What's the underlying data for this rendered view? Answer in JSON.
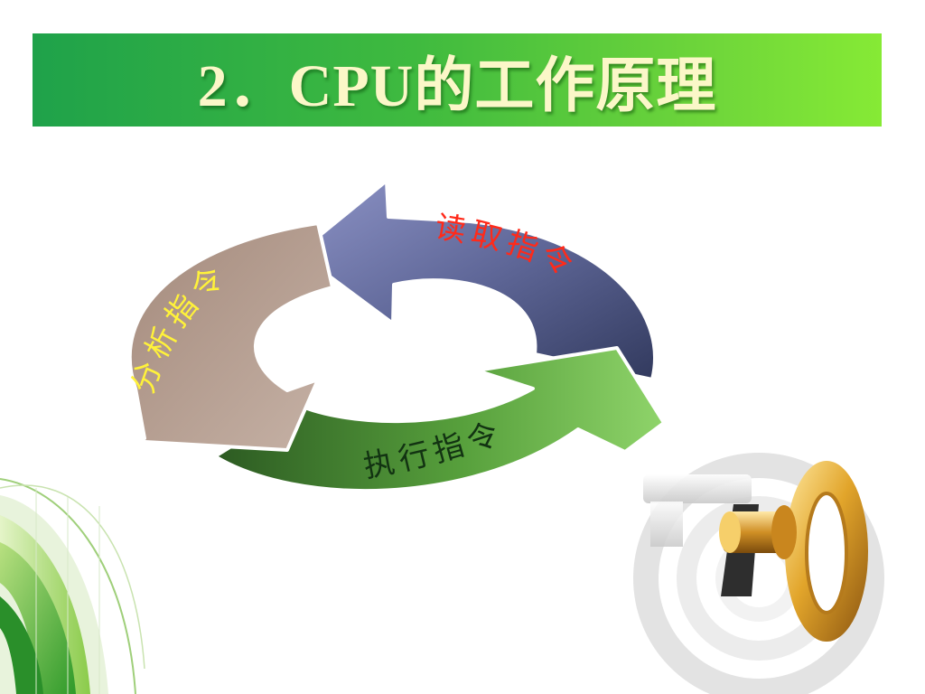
{
  "title": "2．CPU的工作原理",
  "cycle": {
    "steps": [
      {
        "label": "读取指令",
        "color": "#ff2a1a"
      },
      {
        "label": "执行指令",
        "color": "#123312"
      },
      {
        "label": "分析指令",
        "color": "#fff23a"
      }
    ]
  },
  "colors": {
    "title_bar_start": "#1fa24a",
    "title_bar_end": "#86ea35",
    "arrow_read": "#6a74a8",
    "arrow_execute": "#5aa040",
    "arrow_analyze": "#b39a8c"
  },
  "decorations": {
    "corner": "green-swirl-decoration",
    "key": "golden-key-icon"
  }
}
